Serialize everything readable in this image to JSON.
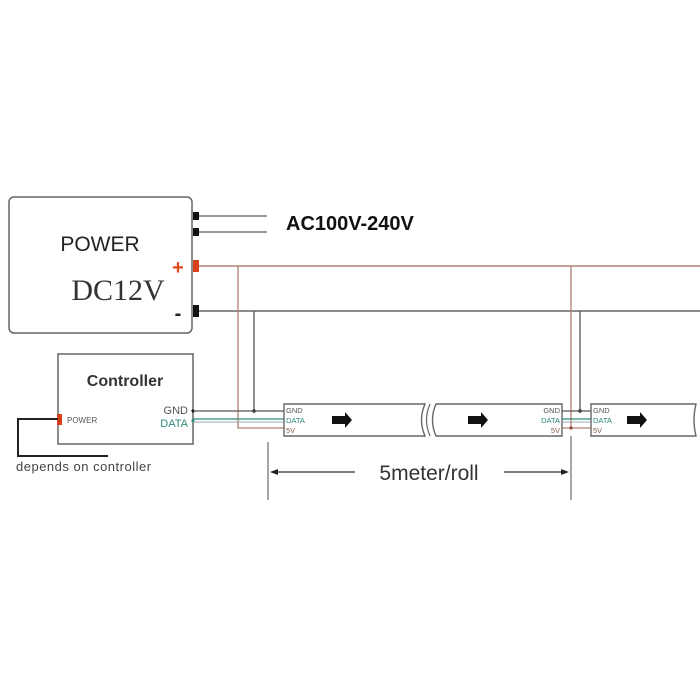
{
  "power_supply": {
    "title": "POWER",
    "output_label": "DC12V",
    "plus_sign": "+",
    "minus_sign": "-"
  },
  "ac_input": {
    "label": "AC100V-240V"
  },
  "controller": {
    "title": "Controller",
    "power_port": "POWER",
    "gnd_port": "GND",
    "data_port": "DATA",
    "note": "depends on controller"
  },
  "strip_segments": [
    {
      "gnd": "GND",
      "data": "DATA",
      "v5": "5V",
      "side": "left"
    },
    {
      "gnd": "GND",
      "data": "DATA",
      "v5": "5V",
      "side": "right"
    },
    {
      "gnd": "GND",
      "data": "DATA",
      "v5": "5V",
      "side": "left"
    }
  ],
  "dimension": {
    "label": "5meter/roll"
  },
  "colors": {
    "outline": "#555555",
    "positive_wire": "#b08070",
    "ground_wire": "#666666",
    "data_wire": "#2a8a7a",
    "plus_accent": "#e04a1a",
    "data_text": "#2a8a7a"
  }
}
